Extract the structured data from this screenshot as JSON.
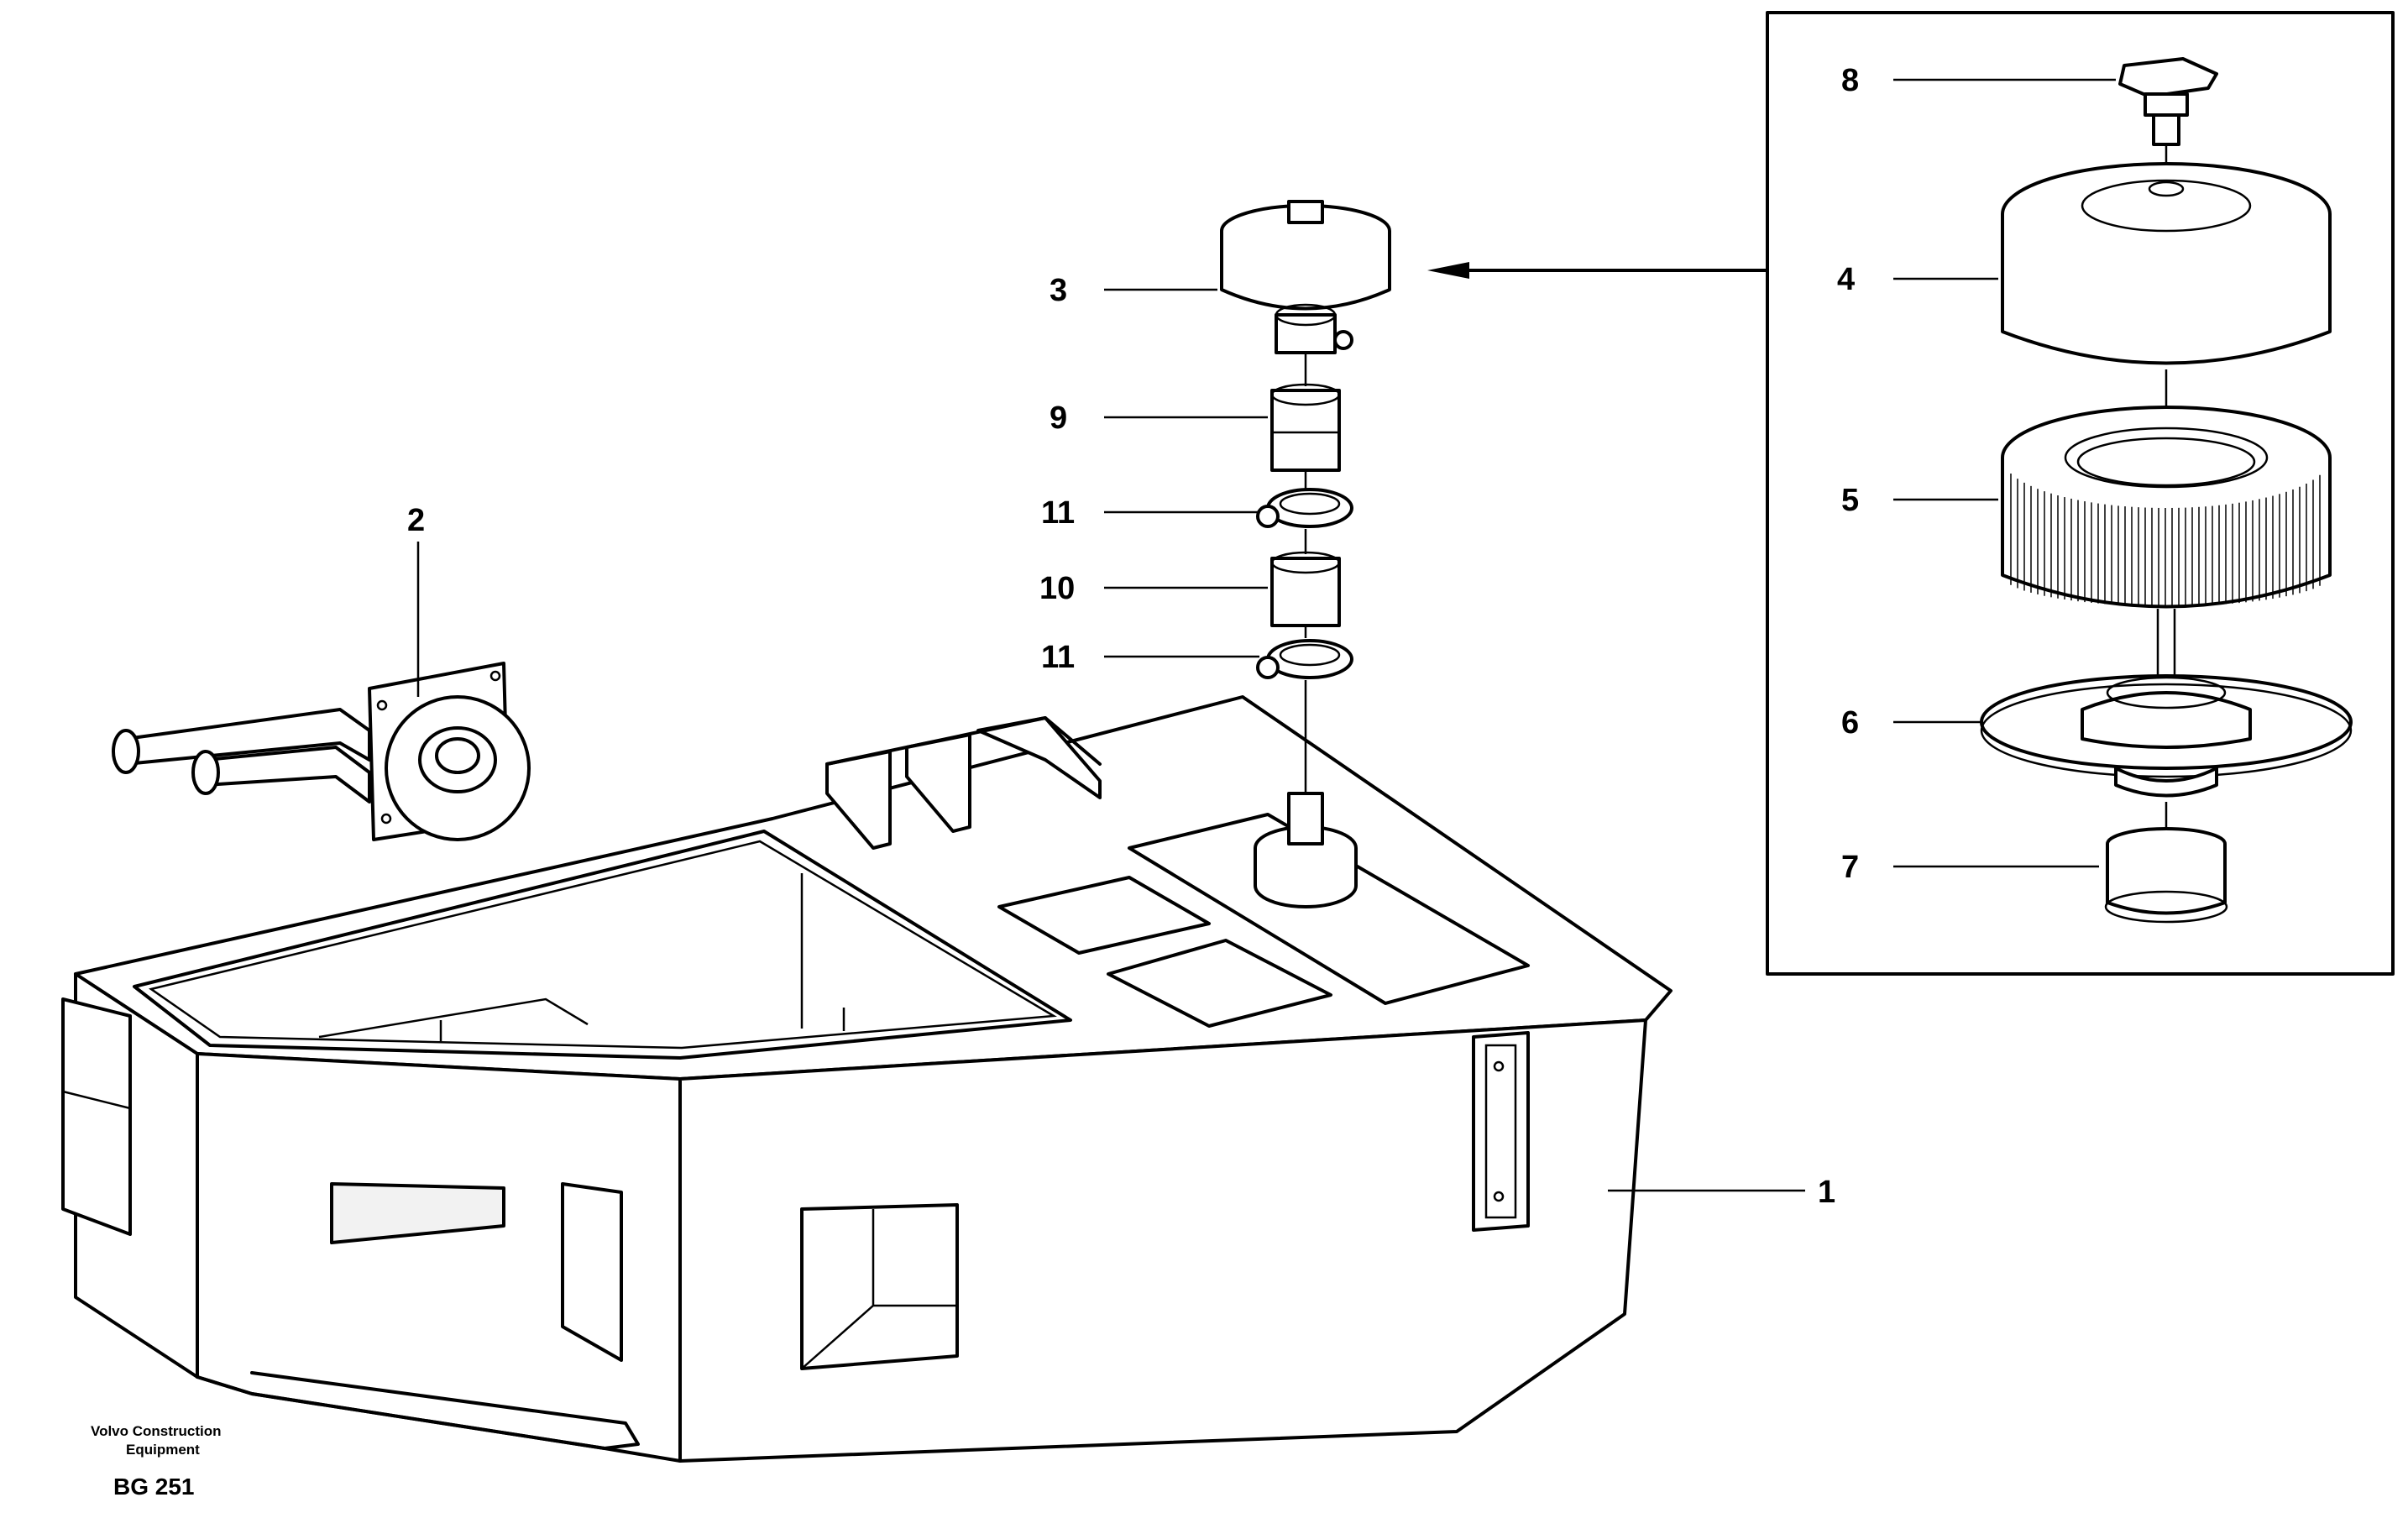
{
  "diagram": {
    "callouts": {
      "c1": "1",
      "c2": "2",
      "c3": "3",
      "c4": "4",
      "c5": "5",
      "c6": "6",
      "c7": "7",
      "c8": "8",
      "c9": "9",
      "c10": "10",
      "c11a": "11",
      "c11b": "11"
    },
    "publisher_line1": "Volvo Construction",
    "publisher_line2": "Equipment",
    "figure_code": "BG 251"
  }
}
